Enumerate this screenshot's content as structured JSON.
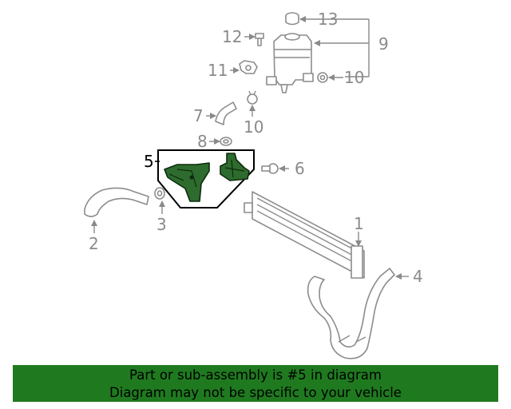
{
  "callouts": {
    "c1": "1",
    "c2": "2",
    "c3": "3",
    "c4": "4",
    "c5": "5",
    "c6": "6",
    "c7": "7",
    "c8": "8",
    "c9": "9",
    "c10a": "10",
    "c10b": "10",
    "c11": "11",
    "c12": "12",
    "c13": "13"
  },
  "banner": {
    "line1": "Part or sub-assembly is #5 in diagram",
    "line2": "Diagram may not be specific to your vehicle"
  },
  "colors": {
    "highlight": "#2e6b2e",
    "banner_bg": "#1f7a1f",
    "line_art": "#8c8c8c"
  }
}
